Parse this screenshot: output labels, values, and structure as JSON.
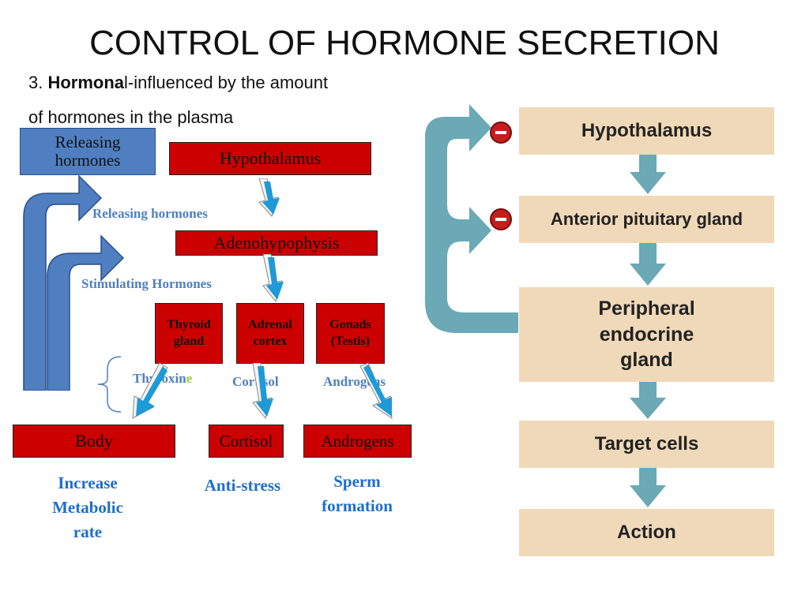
{
  "title": "CONTROL OF HORMONE SECRETION",
  "subtitle": {
    "number": "3.",
    "bold": "Hormona",
    "rest": "l-influenced by the amount",
    "line2": "of hormones in the plasma"
  },
  "left": {
    "releasing_box": "Releasing hormones",
    "hypothalamus": "Hypothalamus",
    "releasing_label": "Releasing hormones",
    "adenohypophysis": "Adenohypophysis",
    "stimulating_label": "Stimulating Hormones",
    "glands": [
      {
        "name": "Thyroid gland"
      },
      {
        "name": "Adrenal cortex"
      },
      {
        "name": "Gonads (Testis)"
      }
    ],
    "hormones": {
      "thyroxine_main": "Thyroxin",
      "thyroxine_e": "e",
      "cortisol": "Cortisol",
      "androgens": "Androgens"
    },
    "targets": {
      "body": "Body",
      "cortisol": "Cortisol",
      "androgens": "Androgens"
    },
    "effects": {
      "body": "Increase Metabolic rate",
      "cortisol": "Anti-stress",
      "androgens": "Sperm formation"
    }
  },
  "right": {
    "steps": [
      "Hypothalamus",
      "Anterior pituitary gland",
      "Peripheral endocrine gland",
      "Target cells",
      "Action"
    ]
  },
  "colors": {
    "red_box": "#cc0000",
    "blue_box": "#4f7fc0",
    "tan_box": "#f0d9b8",
    "teal_arrow": "#6aa9b5",
    "inhibit": "#c41e1e"
  }
}
